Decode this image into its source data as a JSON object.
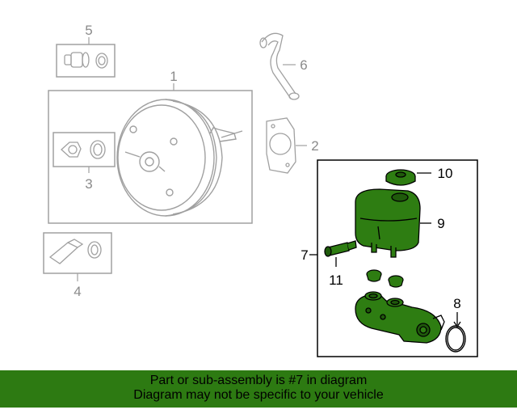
{
  "callouts": {
    "c1": "1",
    "c2": "2",
    "c3": "3",
    "c4": "4",
    "c5": "5",
    "c6": "6",
    "c7": "7",
    "c8": "8",
    "c9": "9",
    "c10": "10",
    "c11": "11"
  },
  "banner": {
    "line1": "Part or sub-assembly is #7 in diagram",
    "line2": "Diagram may not be specific to your vehicle",
    "color": "#2d7a12"
  },
  "colors": {
    "highlight_part": "#2e7d12",
    "faded_line": "#a0a0a0"
  }
}
